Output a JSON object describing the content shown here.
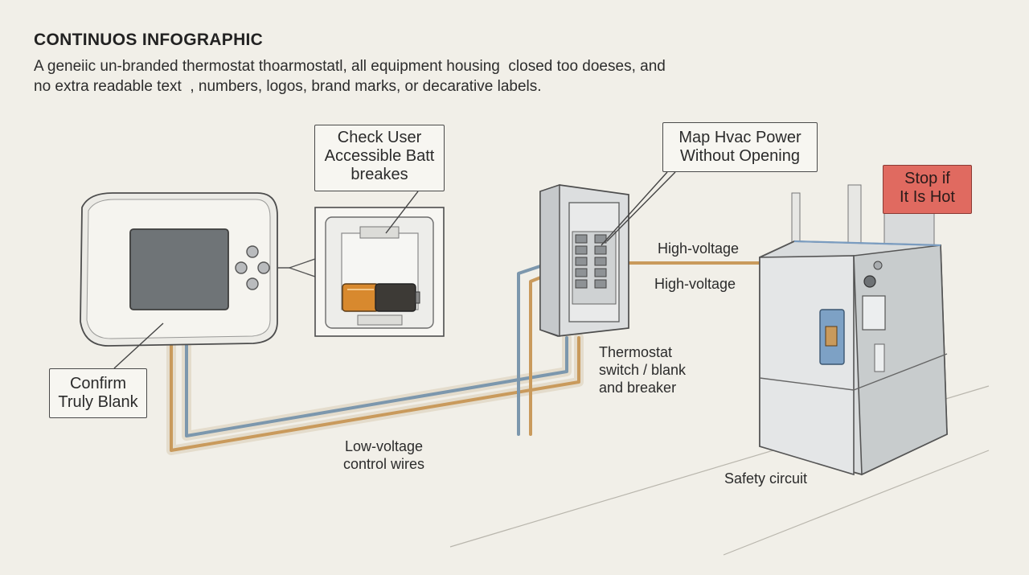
{
  "header": {
    "title": "CONTINUOS INFOGRAPHIC",
    "subtitle_line1": "A geneiic un-branded thermostat thoarmostatl, all equipment housing  closed too doeses, and",
    "subtitle_line2": "no extra readable text  , numbers, logos, brand marks, or decarative labels."
  },
  "callouts": {
    "battery": [
      "Check User",
      "Accessible Batt",
      "breakes"
    ],
    "map_power": [
      "Map Hvac Power",
      "Without Opening"
    ],
    "confirm": [
      "Confirm",
      "Truly Blank"
    ],
    "stop": [
      "Stop if",
      "It Is Hot"
    ]
  },
  "labels": {
    "high_voltage_1": "High-voltage",
    "high_voltage_2": "High-voltage",
    "thermostat_switch": [
      "Thermostat",
      "switch / blank",
      "and breaker"
    ],
    "low_voltage": [
      "Low-voltage",
      "control wires"
    ],
    "safety_circuit": "Safety circuit"
  },
  "colors": {
    "background": "#f1efe8",
    "wire_blue": "#7c97ad",
    "wire_orange": "#c99a5c",
    "battery_orange": "#d8892e",
    "warning_red": "#e06a60",
    "furnace_body": "#d9dcdd",
    "thermostat_screen": "#6f7477"
  }
}
